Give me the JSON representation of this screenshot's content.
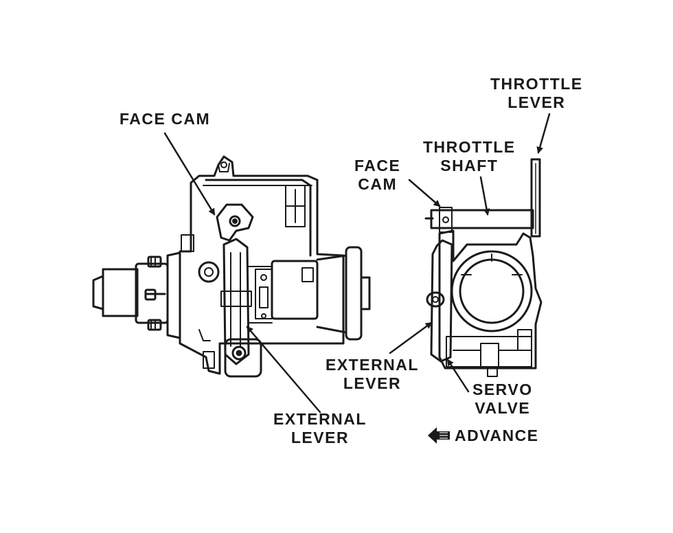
{
  "labels": {
    "face_cam_left": "FACE CAM",
    "external_lever_left_1": "EXTERNAL",
    "external_lever_left_2": "LEVER",
    "throttle_lever_1": "THROTTLE",
    "throttle_lever_2": "LEVER",
    "throttle_shaft_1": "THROTTLE",
    "throttle_shaft_2": "SHAFT",
    "face_cam_right_1": "FACE",
    "face_cam_right_2": "CAM",
    "external_lever_right_1": "EXTERNAL",
    "external_lever_right_2": "LEVER",
    "servo_valve_1": "SERVO",
    "servo_valve_2": "VALVE",
    "advance": "ADVANCE"
  },
  "icons": {
    "advance_arrow": "left-arrow-icon"
  },
  "colors": {
    "ink": "#1a1a1a",
    "paper": "#ffffff"
  }
}
